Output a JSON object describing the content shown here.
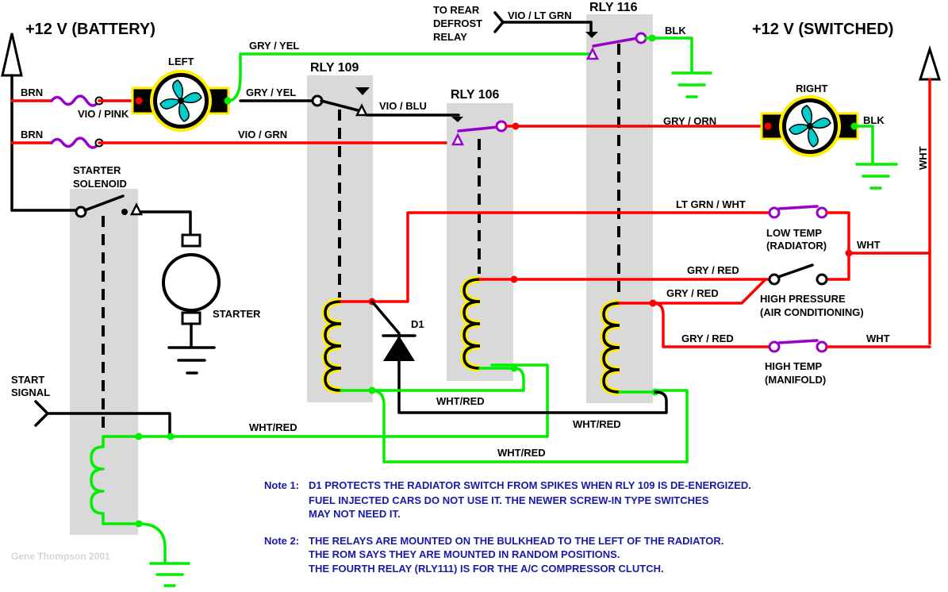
{
  "title_battery": "+12 V (BATTERY)",
  "title_switched": "+12 V (SWITCHED)",
  "relays": {
    "rly109": "RLY 109",
    "rly106": "RLY 106",
    "rly116": "RLY 116"
  },
  "components": {
    "fan_left": "LEFT",
    "fan_right": "RIGHT",
    "starter_solenoid": [
      "STARTER",
      "SOLENOID"
    ],
    "starter": "STARTER",
    "diode": "D1",
    "start_signal": [
      "START",
      "SIGNAL"
    ],
    "rear_defrost": [
      "TO REAR",
      "DEFROST",
      "RELAY"
    ],
    "sw_low_temp": [
      "LOW TEMP",
      "(RADIATOR)"
    ],
    "sw_high_pressure": [
      "HIGH PRESSURE",
      "(AIR CONDITIONING)"
    ],
    "sw_high_temp": [
      "HIGH TEMP",
      "(MANIFOLD)"
    ]
  },
  "wires": {
    "brn1": "BRN",
    "brn2": "BRN",
    "vio_pink": "VIO / PINK",
    "vio_grn": "VIO / GRN",
    "gry_yel_top": "GRY / YEL",
    "gry_yel": "GRY / YEL",
    "vio_blu": "VIO / BLU",
    "vio_lt_grn": "VIO / LT GRN",
    "blk_top": "BLK",
    "blk_right": "BLK",
    "gry_orn": "GRY / ORN",
    "wht_vert": "WHT",
    "lt_grn_wht": "LT GRN / WHT",
    "wht_mid": "WHT",
    "gry_red1": "GRY / RED",
    "gry_red2": "GRY / RED",
    "gry_red3": "GRY / RED",
    "wht_low": "WHT",
    "wht_red1": "WHT/RED",
    "wht_red2": "WHT/RED",
    "wht_red3": "WHT/RED",
    "wht_red4": "WHT/RED"
  },
  "notes": {
    "note1_label": "Note 1:",
    "note1_lines": [
      "D1 PROTECTS THE RADIATOR SWITCH FROM SPIKES WHEN RLY 109 IS DE-ENERGIZED.",
      "FUEL INJECTED CARS DO NOT USE IT. THE NEWER SCREW-IN TYPE SWITCHES",
      "MAY NOT NEED IT."
    ],
    "note2_label": "Note 2:",
    "note2_lines": [
      "THE RELAYS ARE MOUNTED ON THE BULKHEAD TO THE LEFT OF THE RADIATOR.",
      "THE ROM SAYS THEY ARE MOUNTED IN RANDOM POSITIONS.",
      "THE FOURTH RELAY (RLY111) IS FOR THE A/C COMPRESSOR CLUTCH."
    ]
  },
  "credit": "Gene Thompson 2001",
  "colors": {
    "red_wire": "#ff0000",
    "green_wire": "#00ee00",
    "black_wire": "#000000",
    "purple_contact": "#9900cc",
    "coil_highlight": "#ffee00",
    "relay_shade": "#d9d9d9",
    "note_text": "#1a1aa6"
  }
}
